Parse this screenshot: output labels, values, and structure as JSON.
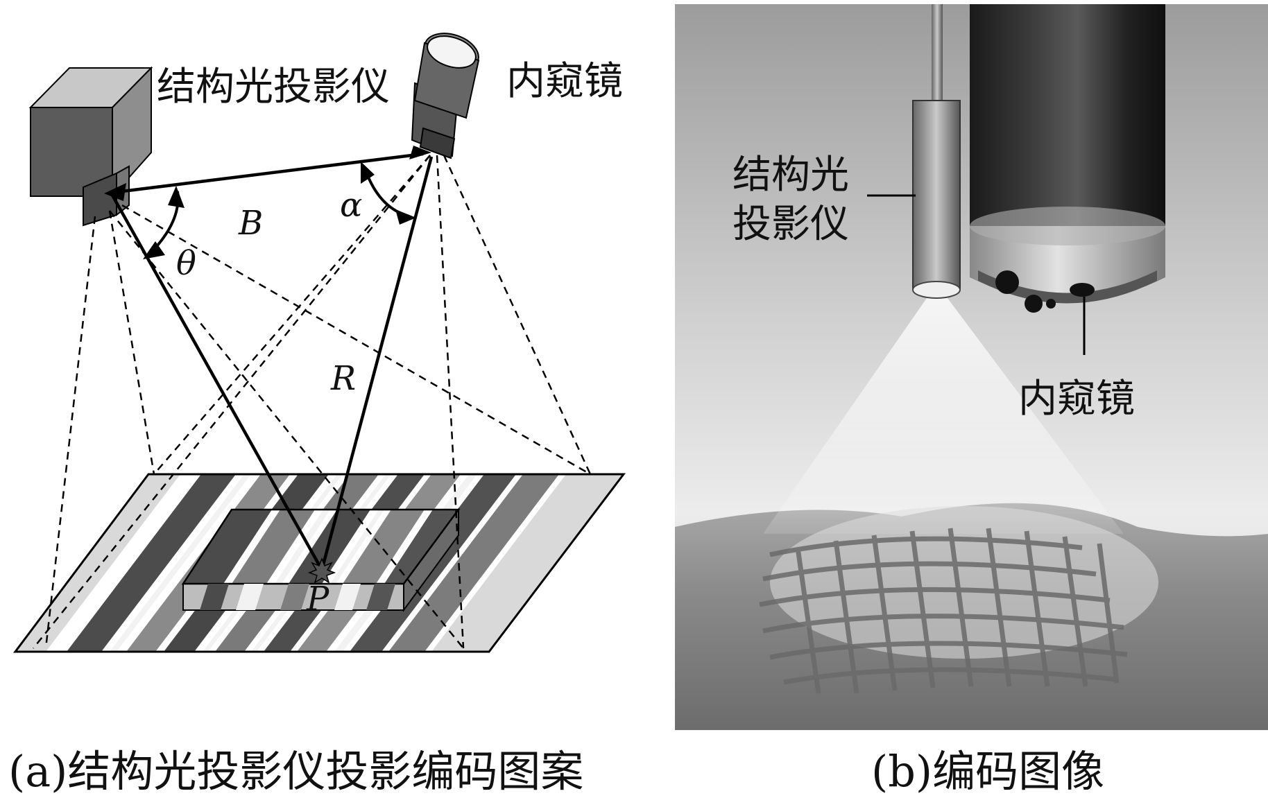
{
  "panel_a": {
    "projector_label": "结构光投影仪",
    "endoscope_label": "内窥镜",
    "symbols": {
      "baseline": "B",
      "alpha": "α",
      "theta": "θ",
      "range": "R",
      "point": "P"
    },
    "caption": "(a)结构光投影仪投影编码图案"
  },
  "panel_b": {
    "projector_label_line1": "结构光",
    "projector_label_line2": "投影仪",
    "endoscope_label": "内窥镜",
    "caption": "(b)编码图像"
  }
}
